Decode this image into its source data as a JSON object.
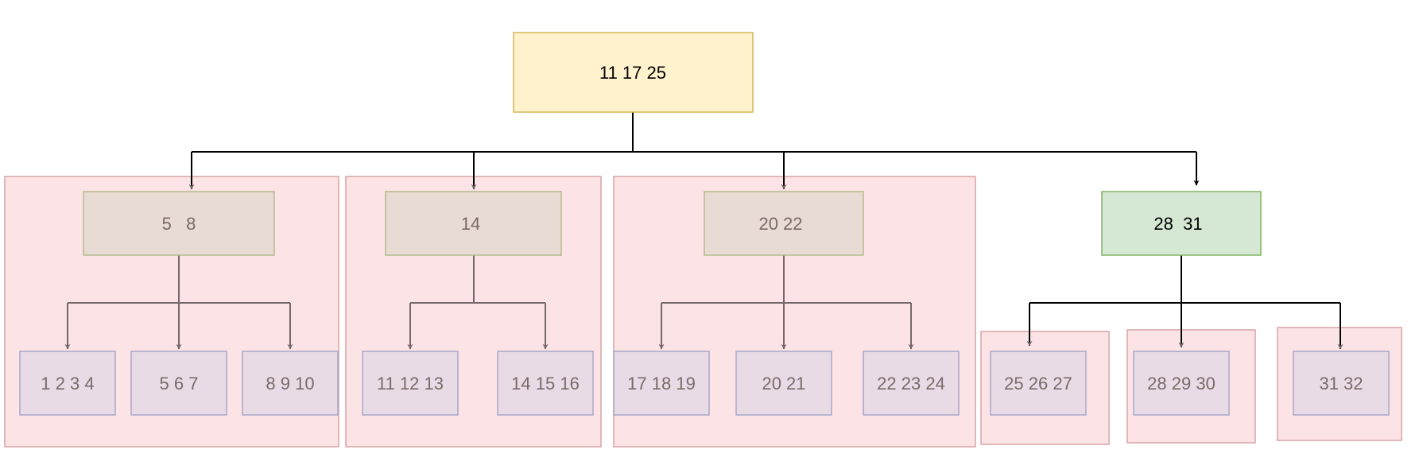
{
  "colors": {
    "root_fill": "#fff2cc",
    "root_stroke": "#d6b656",
    "group_fill": "#fce4e6",
    "group_stroke": "#d7a4a6",
    "inner_fill": "#e7dbd3",
    "inner_stroke": "#b5b98d",
    "leaf_fill": "#e8dbe5",
    "leaf_stroke": "#a9a6c8",
    "green_fill": "#d5e8d4",
    "green_stroke": "#82b366",
    "edge_dark": "#000000",
    "edge_muted": "#75676a",
    "text_dark": "#000000",
    "text_muted": "#7a6a6a"
  },
  "diagram": {
    "root": {
      "label": "11 17 25"
    },
    "internal_nodes": [
      {
        "id": "n1",
        "label": "5   8"
      },
      {
        "id": "n2",
        "label": "14"
      },
      {
        "id": "n3",
        "label": "20 22"
      },
      {
        "id": "n4",
        "label": "28  31"
      }
    ],
    "leaves": [
      {
        "id": "l1",
        "label": "1 2 3 4"
      },
      {
        "id": "l2",
        "label": "5 6 7"
      },
      {
        "id": "l3",
        "label": "8 9 10"
      },
      {
        "id": "l4",
        "label": "11 12 13"
      },
      {
        "id": "l5",
        "label": "14 15 16"
      },
      {
        "id": "l6",
        "label": "17 18 19"
      },
      {
        "id": "l7",
        "label": "20 21"
      },
      {
        "id": "l8",
        "label": "22 23 24"
      },
      {
        "id": "l9",
        "label": "25 26 27"
      },
      {
        "id": "l10",
        "label": "28 29 30"
      },
      {
        "id": "l11",
        "label": "31 32"
      }
    ]
  }
}
